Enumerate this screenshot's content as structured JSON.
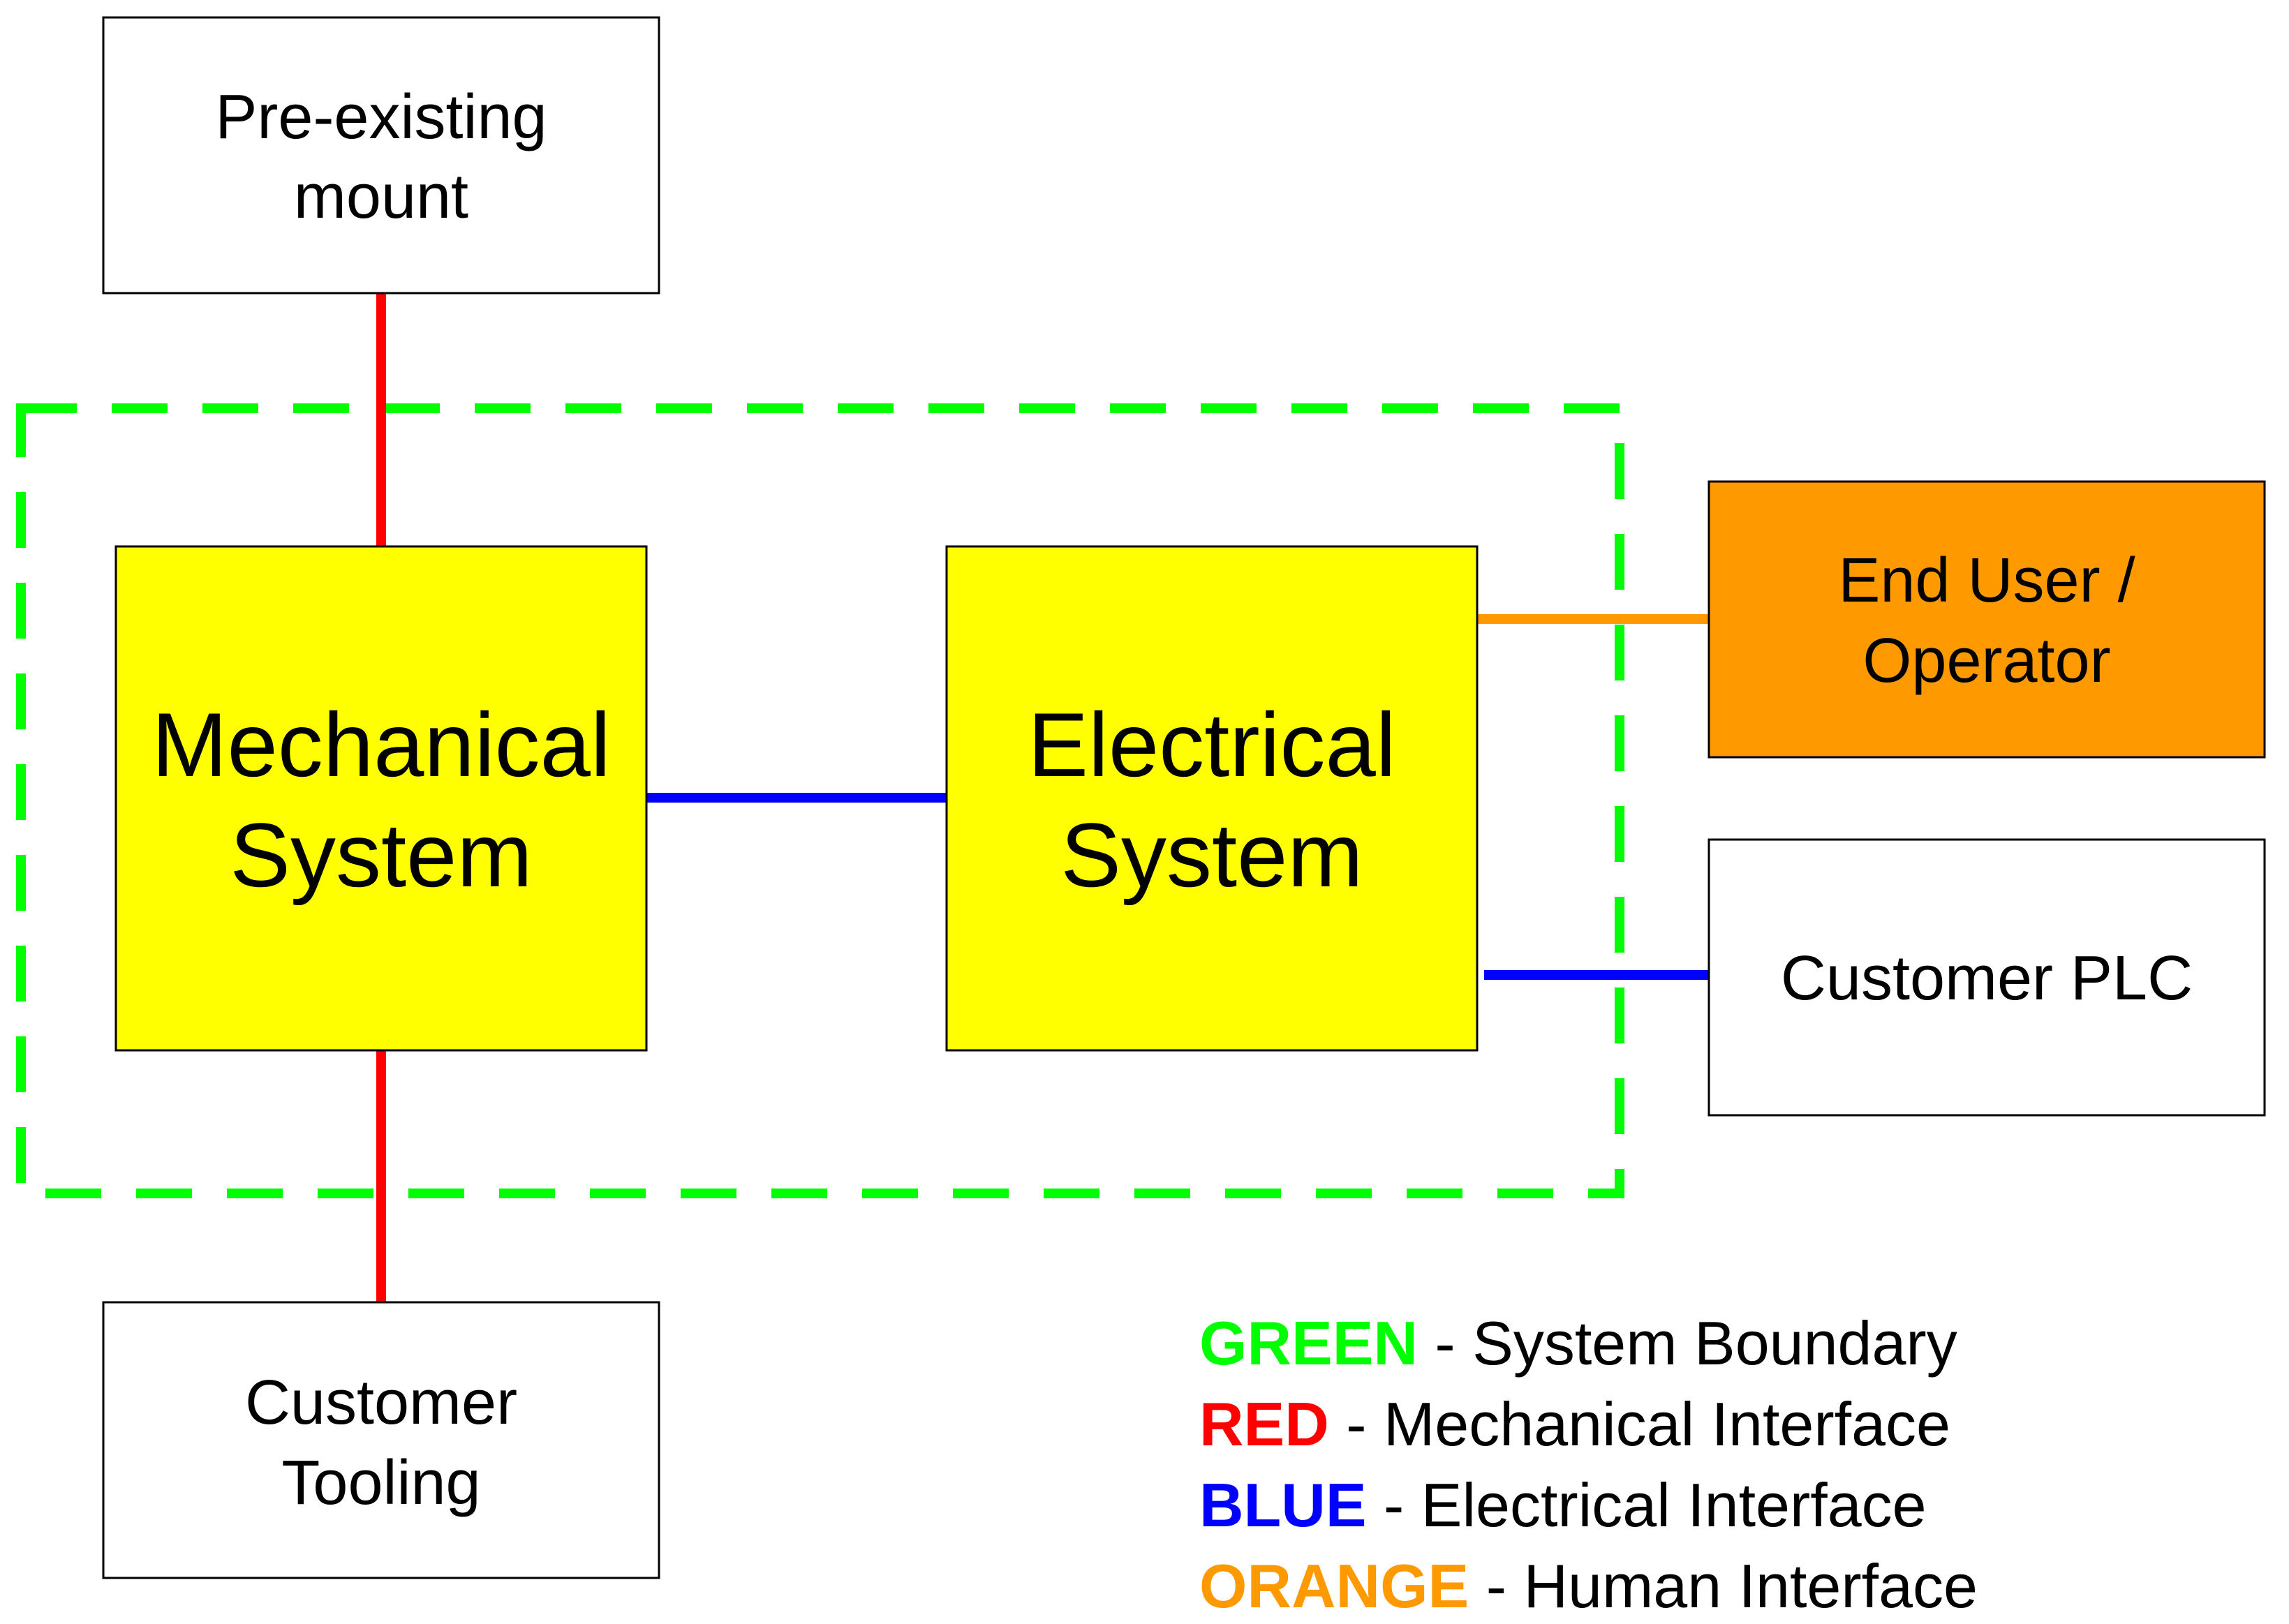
{
  "colors": {
    "boundary": "#00ff00",
    "mechanical": "#ff0000",
    "electrical": "#0000ff",
    "human": "#ff9900",
    "subsystem_fill": "#ffff00",
    "external_fill": "#ffffff",
    "operator_fill": "#ff9900",
    "border": "#000000"
  },
  "nodes": {
    "pre_existing_mount": {
      "line1": "Pre-existing",
      "line2": "mount"
    },
    "mechanical_system": {
      "line1": "Mechanical",
      "line2": "System"
    },
    "electrical_system": {
      "line1": "Electrical",
      "line2": "System"
    },
    "end_user": {
      "line1": "End User /",
      "line2": "Operator"
    },
    "customer_plc": {
      "line1": "Customer PLC"
    },
    "customer_tooling": {
      "line1": "Customer",
      "line2": "Tooling"
    }
  },
  "legend": [
    {
      "key": "GREEN",
      "desc": " - System Boundary",
      "color": "#00ff00"
    },
    {
      "key": "RED",
      "desc": " - Mechanical Interface",
      "color": "#ff0000"
    },
    {
      "key": "BLUE",
      "desc": " - Electrical Interface",
      "color": "#0000ff"
    },
    {
      "key": "ORANGE",
      "desc": " - Human Interface",
      "color": "#ff9900"
    }
  ]
}
